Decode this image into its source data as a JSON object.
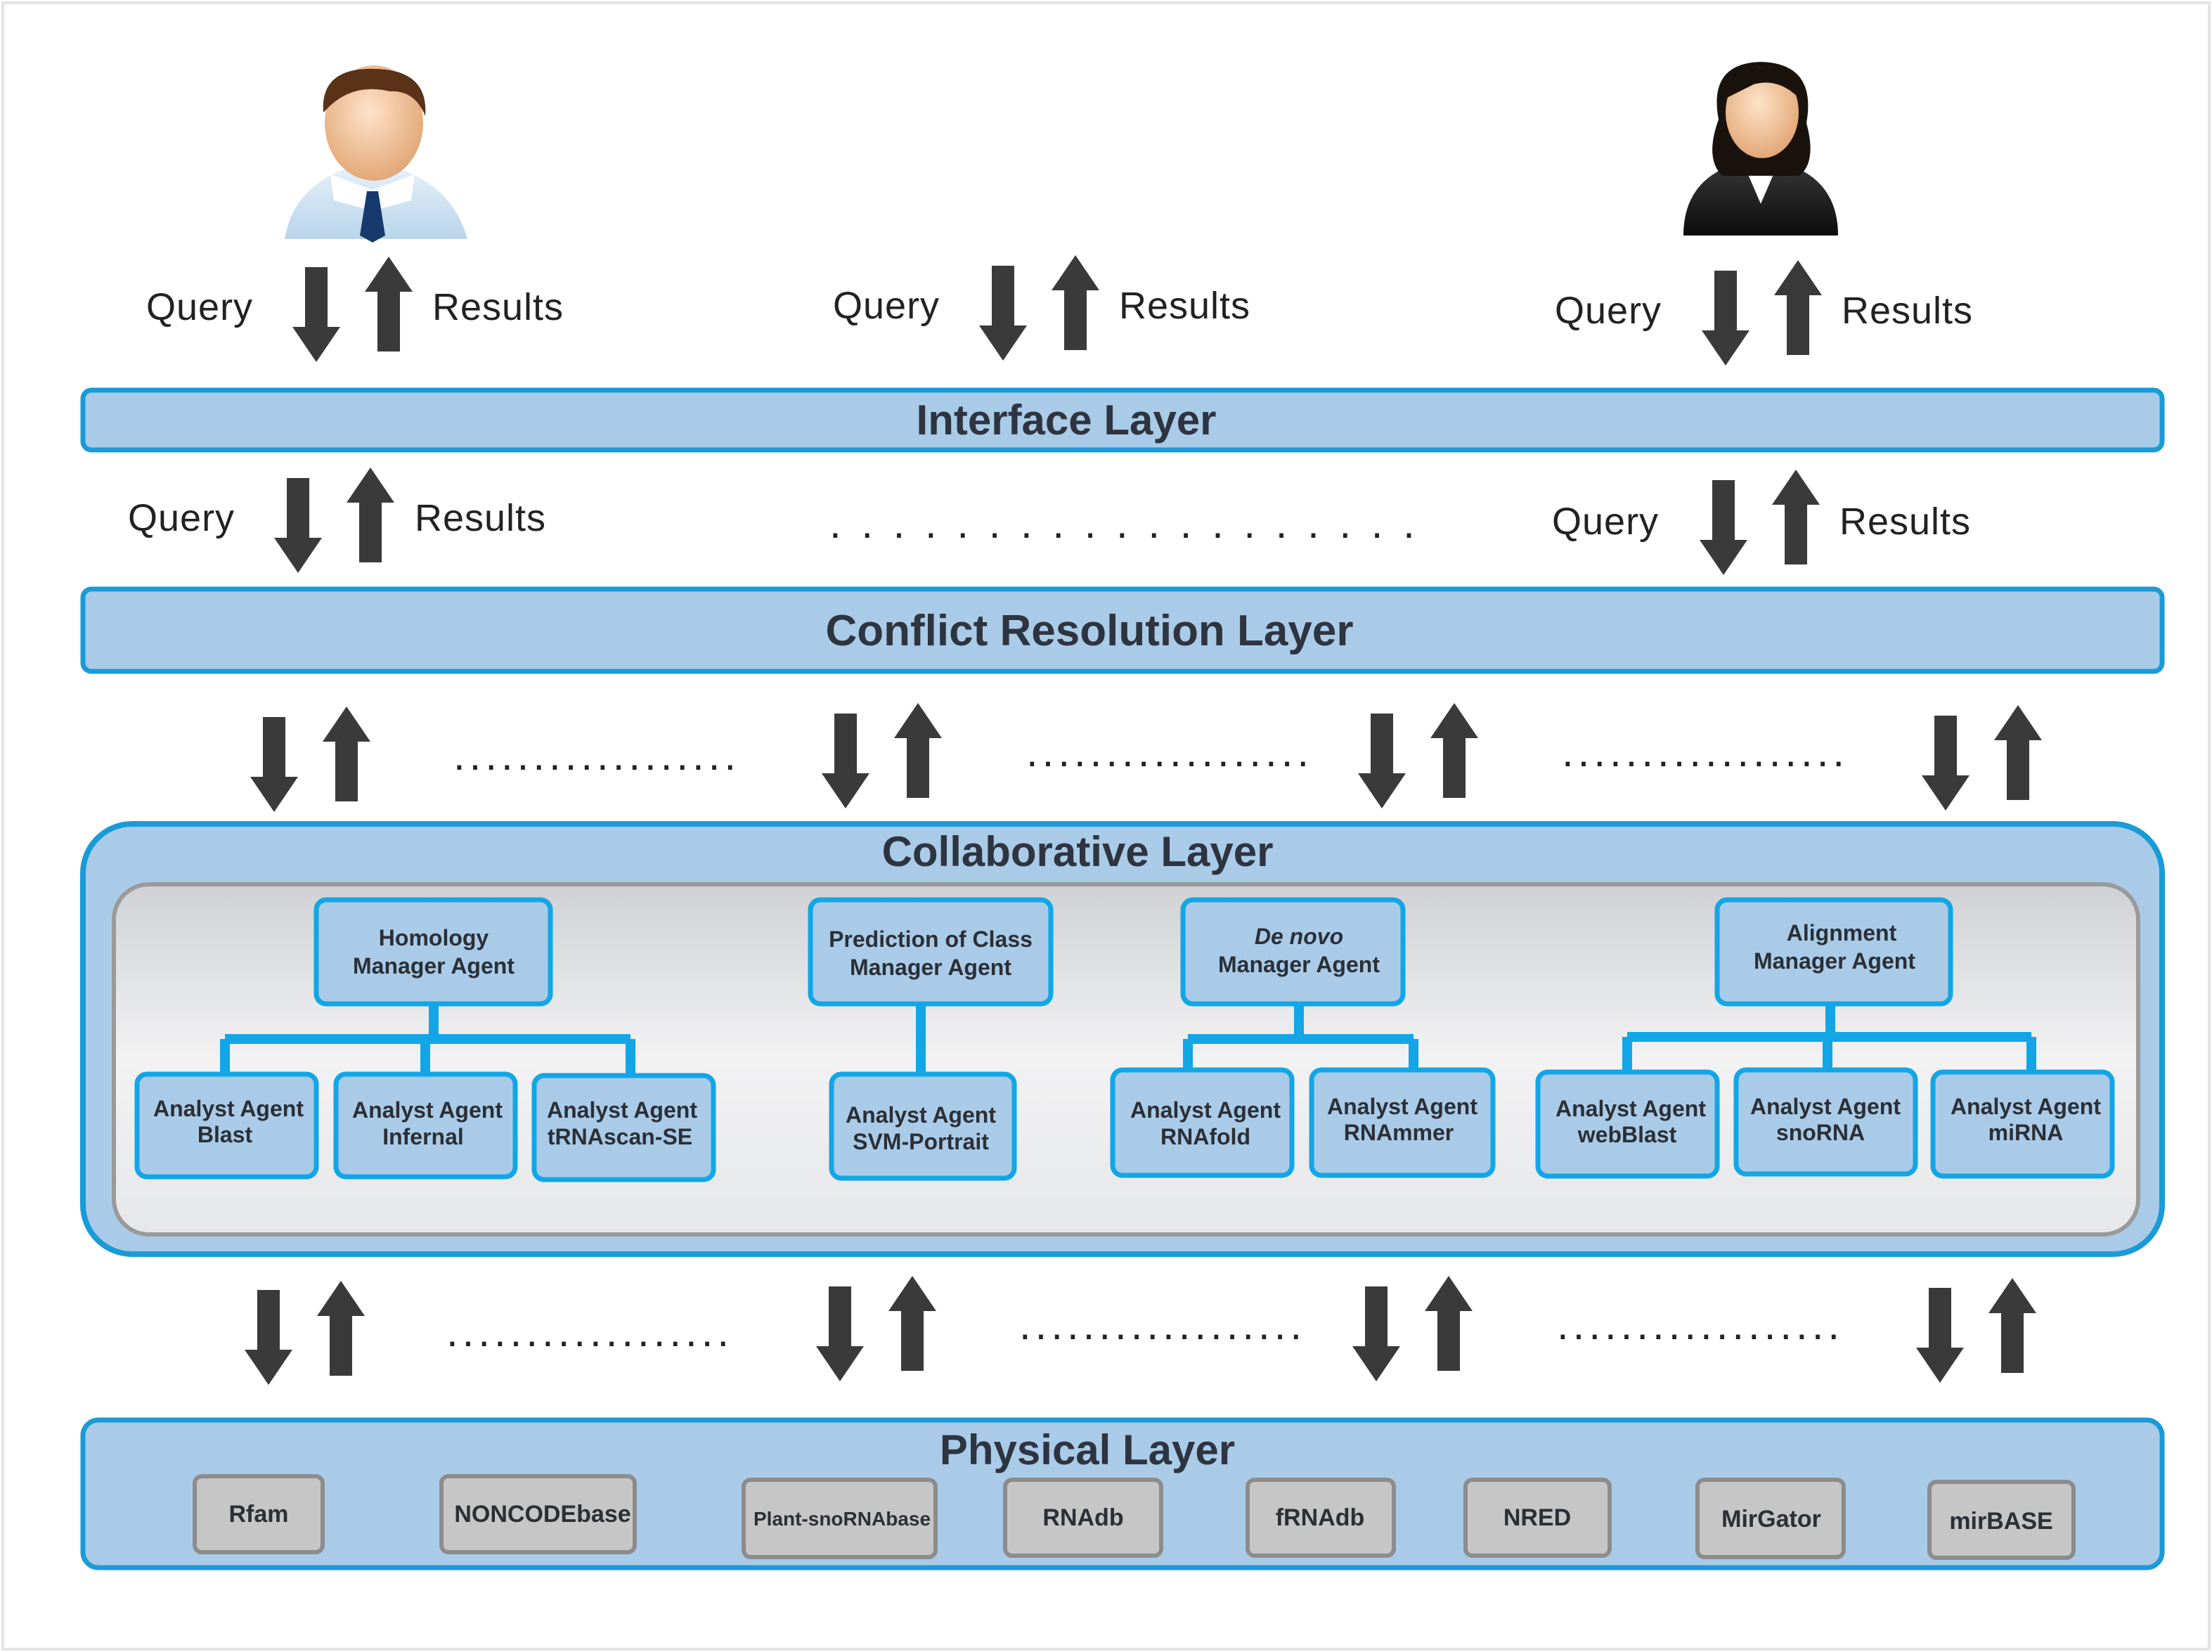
{
  "io_labels": {
    "query": "Query",
    "results": "Results",
    "ellipsis": ". . . . . . . . . . . . . . . . . . ."
  },
  "layers": {
    "interface": "Interface Layer",
    "conflict": "Conflict Resolution Layer",
    "collaborative": "Collaborative Layer",
    "physical": "Physical Layer"
  },
  "managers": [
    {
      "line1": "Homology",
      "line2": "Manager Agent",
      "italic_first": false
    },
    {
      "line1": "Prediction of Class",
      "line2": "Manager Agent",
      "italic_first": false
    },
    {
      "line1": "De novo",
      "line2": "Manager Agent",
      "italic_first": true
    },
    {
      "line1": "Alignment",
      "line2": "Manager Agent",
      "italic_first": false
    }
  ],
  "analysts": [
    {
      "line1": "Analyst Agent",
      "line2": "Blast"
    },
    {
      "line1": "Analyst Agent",
      "line2": "Infernal"
    },
    {
      "line1": "Analyst Agent",
      "line2": "tRNAscan-SE"
    },
    {
      "line1": "Analyst Agent",
      "line2": "SVM-Portrait"
    },
    {
      "line1": "Analyst Agent",
      "line2": "RNAfold"
    },
    {
      "line1": "Analyst Agent",
      "line2": "RNAmmer"
    },
    {
      "line1": "Analyst Agent",
      "line2": "webBlast"
    },
    {
      "line1": "Analyst Agent",
      "line2": "snoRNA"
    },
    {
      "line1": "Analyst Agent",
      "line2": "miRNA"
    }
  ],
  "databases": [
    "Rfam",
    "NONCODEbase",
    "Plant-snoRNAbase",
    "RNAdb",
    "fRNAdb",
    "NRED",
    "MirGator",
    "mirBASE"
  ],
  "colors": {
    "layer_fill": "#a9cbe8",
    "layer_stroke": "#1a9bd7",
    "arrow": "#3a3a3a",
    "db_fill": "#c6c6c6",
    "db_stroke": "#8c8c8c"
  },
  "icons": [
    "male-user-icon",
    "female-user-icon"
  ]
}
